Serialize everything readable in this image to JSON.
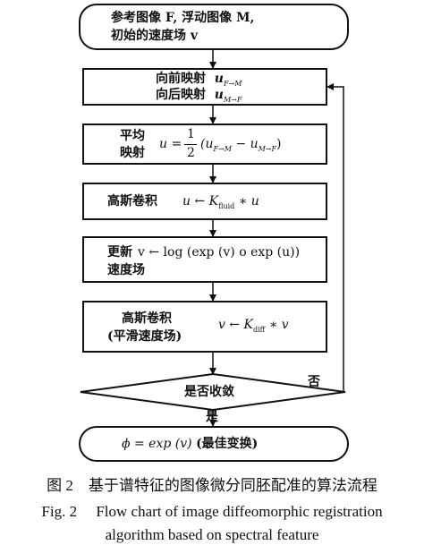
{
  "flow": {
    "start": {
      "line1": "参考图像 F, 浮动图像 M,",
      "line2": "初始的速度场 v"
    },
    "step1": {
      "label1": "向前映射",
      "math1": "u",
      "sub1": "F→M",
      "label2": "向后映射",
      "math2": "u",
      "sub2": "M→F"
    },
    "step2": {
      "label1": "平均",
      "label2": "映射",
      "formula_lhs": "u =",
      "frac_num": "1",
      "frac_den": "2",
      "formula_open": "(u",
      "sub_a": "F→M",
      "minus": "− u",
      "sub_b": "M→F",
      "formula_close": ")"
    },
    "step3": {
      "label": "高斯卷积",
      "formula_a": "u ← K",
      "sub": "fluid",
      "formula_b": "∗ u"
    },
    "step4": {
      "label1": "更新",
      "formula": "v ← log (exp (v) o exp (u))",
      "label2": "速度场"
    },
    "step5": {
      "label1": "高斯卷积",
      "label2": "(平滑速度场)",
      "formula_a": "v ← K",
      "sub": "diff",
      "formula_b": "∗ v"
    },
    "decision": {
      "label": "是否收敛",
      "no_label": "否",
      "yes_label": "是"
    },
    "end": {
      "formula": "ϕ = exp (v)",
      "label": "(最佳变换)"
    }
  },
  "caption": {
    "cn": "图 2　基于谱特征的图像微分同胚配准的算法流程",
    "en_line1": "Fig. 2　 Flow chart of image diffeomorphic registration",
    "en_line2": "algorithm based on spectral feature"
  }
}
